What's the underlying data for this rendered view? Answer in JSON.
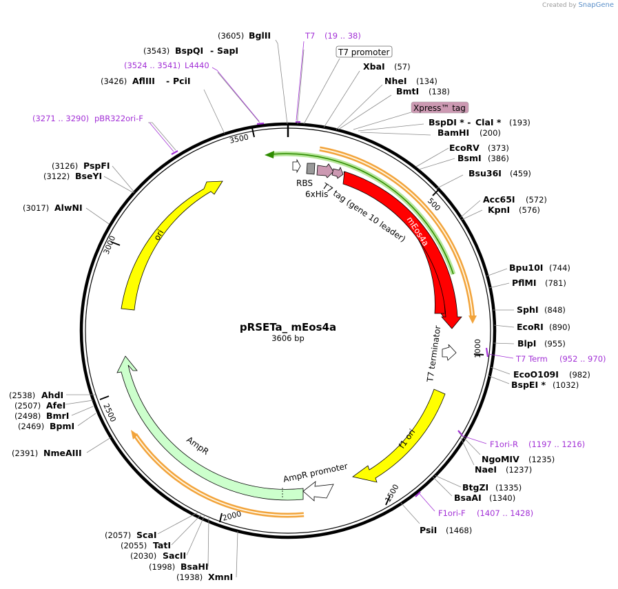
{
  "credit": {
    "prefix": "Created by",
    "brand": "SnapGene"
  },
  "plasmid": {
    "name": "pRSETa_ mEos4a",
    "length_label": "3606 bp",
    "length": 3606
  },
  "ticks": [
    "500",
    "1000",
    "1500",
    "2000",
    "2500",
    "3000",
    "3500"
  ],
  "features": [
    {
      "name": "mEos4a",
      "color": "#ff0000"
    },
    {
      "name": "ori",
      "color": "#ffff00"
    },
    {
      "name": "f1 ori",
      "color": "#ffff00"
    },
    {
      "name": "AmpR",
      "color": "#ccffcc"
    },
    {
      "name": "AmpR promoter",
      "color": "#ffffff"
    },
    {
      "name": "T7 terminator",
      "color": "#ffffff"
    },
    {
      "name": "RBS",
      "color": "#ffffff"
    },
    {
      "name": "6xHis",
      "color": "#999999"
    },
    {
      "name": "T7 tag (gene 10 leader)",
      "color": "#cc99b2"
    },
    {
      "name": "T7 promoter",
      "color": "#ffffff"
    },
    {
      "name": "Xpress™ tag",
      "color": "#cc99b2"
    }
  ],
  "enzymes": [
    {
      "name": "BglII",
      "pos": "(3605)"
    },
    {
      "name": "BspQI",
      "pos": "(3543)",
      "name2": "SapI"
    },
    {
      "name": "AflIII",
      "pos": "(3426)",
      "name2": "PciI"
    },
    {
      "name": "XbaI",
      "pos": "(57)"
    },
    {
      "name": "NheI",
      "pos": "(134)"
    },
    {
      "name": "BmtI",
      "pos": "(138)"
    },
    {
      "name": "BspDI",
      "pos": "(193)",
      "name2": "ClaI"
    },
    {
      "name": "BamHI",
      "pos": "(200)"
    },
    {
      "name": "EcoRV",
      "pos": "(373)"
    },
    {
      "name": "BsmI",
      "pos": "(386)"
    },
    {
      "name": "Bsu36I",
      "pos": "(459)"
    },
    {
      "name": "Acc65I",
      "pos": "(572)"
    },
    {
      "name": "KpnI",
      "pos": "(576)"
    },
    {
      "name": "Bpu10I",
      "pos": "(744)"
    },
    {
      "name": "PflMI",
      "pos": "(781)"
    },
    {
      "name": "SphI",
      "pos": "(848)"
    },
    {
      "name": "EcoRI",
      "pos": "(890)"
    },
    {
      "name": "BlpI",
      "pos": "(955)"
    },
    {
      "name": "EcoO109I",
      "pos": "(982)"
    },
    {
      "name": "BspEI",
      "pos": "(1032)"
    },
    {
      "name": "NgoMIV",
      "pos": "(1235)"
    },
    {
      "name": "NaeI",
      "pos": "(1237)"
    },
    {
      "name": "BtgZI",
      "pos": "(1335)"
    },
    {
      "name": "BsaAI",
      "pos": "(1340)"
    },
    {
      "name": "PsiI",
      "pos": "(1468)"
    },
    {
      "name": "ScaI",
      "pos": "(2057)"
    },
    {
      "name": "TatI",
      "pos": "(2055)"
    },
    {
      "name": "SacII",
      "pos": "(2030)"
    },
    {
      "name": "BsaHI",
      "pos": "(1998)"
    },
    {
      "name": "XmnI",
      "pos": "(1938)"
    },
    {
      "name": "NmeAIII",
      "pos": "(2391)"
    },
    {
      "name": "AhdI",
      "pos": "(2538)"
    },
    {
      "name": "AfeI",
      "pos": "(2507)"
    },
    {
      "name": "BmrI",
      "pos": "(2498)"
    },
    {
      "name": "BpmI",
      "pos": "(2469)"
    },
    {
      "name": "AlwNI",
      "pos": "(3017)"
    },
    {
      "name": "PspFI",
      "pos": "(3126)"
    },
    {
      "name": "BseYI",
      "pos": "(3122)"
    }
  ],
  "primers": [
    {
      "name": "T7",
      "range": "(19 .. 38)"
    },
    {
      "name": "L4440",
      "range": "(3524 .. 3541)"
    },
    {
      "name": "pBR322ori-F",
      "range": "(3271 .. 3290)"
    },
    {
      "name": "T7 Term",
      "range": "(952 .. 970)"
    },
    {
      "name": "F1ori-R",
      "range": "(1197 .. 1216)"
    },
    {
      "name": "F1ori-F",
      "range": "(1407 .. 1428)"
    }
  ],
  "colors": {
    "primer": "#a22fd6",
    "orf": "#f0a030",
    "orf_green": "#2e8b00"
  }
}
